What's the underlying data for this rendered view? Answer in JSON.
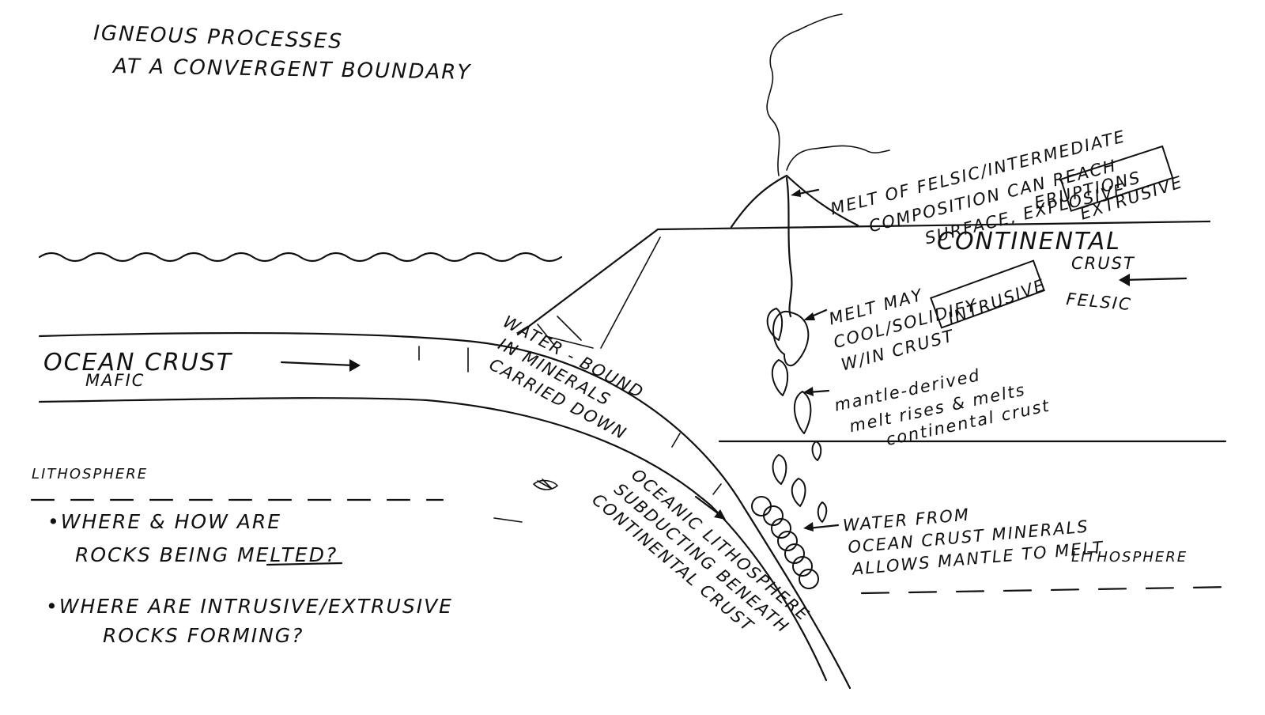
{
  "title": {
    "line1": "IGNEOUS PROCESSES",
    "line2": "AT A CONVERGENT BOUNDARY"
  },
  "labels": {
    "melt_felsic": [
      "MELT OF FELSIC/INTERMEDIATE",
      "COMPOSITION CAN REACH",
      "SURFACE, EXPLOSIVE",
      "ERUPTIONS"
    ],
    "extrusive": "EXTRUSIVE",
    "continental": "CONTINENTAL",
    "crust": "CRUST",
    "felsic": "FELSIC",
    "melt_may": [
      "MELT MAY",
      "COOL/SOLIDIFY",
      "W/IN CRUST"
    ],
    "intrusive": "INTRUSIVE",
    "mantle_derived": [
      "mantle-derived",
      "melt rises & melts",
      "continental crust"
    ],
    "ocean_crust": "OCEAN CRUST",
    "mafic": "MAFIC",
    "water_bound": [
      "WATER - BOUND",
      "IN MINERALS",
      "CARRIED DOWN"
    ],
    "lithosphere_left": "LITHOSPHERE",
    "water_from": [
      "WATER FROM",
      "OCEAN CRUST MINERALS",
      "ALLOWS MANTLE TO MELT"
    ],
    "lithosphere_right": "LITHOSPHERE",
    "oceanic_litho": [
      "OCEANIC LITHOSPHERE",
      "SUBDUCTING BENEATH",
      "CONTINENTAL CRUST"
    ],
    "question1": [
      "•WHERE & HOW ARE",
      "ROCKS BEING MELTED?"
    ],
    "question2": [
      "•WHERE ARE INTRUSIVE/EXTRUSIVE",
      "ROCKS FORMING?"
    ]
  }
}
